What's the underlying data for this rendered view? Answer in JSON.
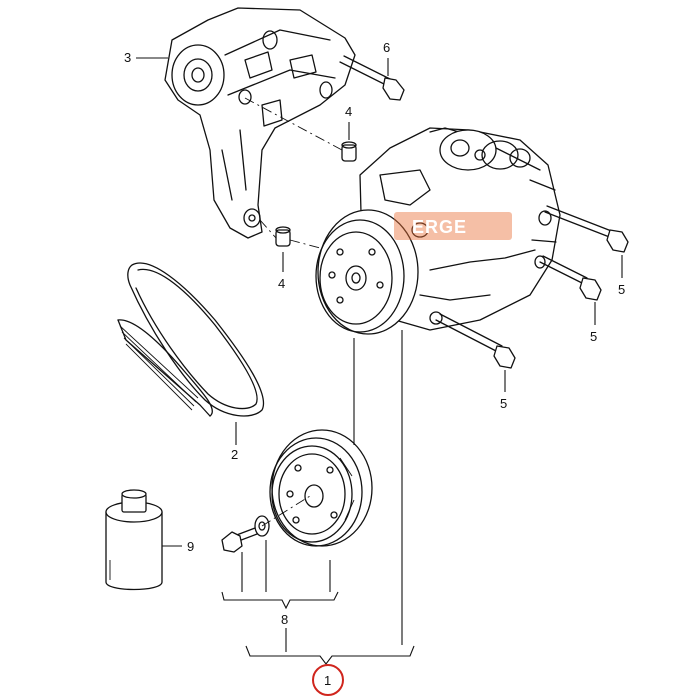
{
  "colors": {
    "line": "#111111",
    "background": "#ffffff",
    "highlight_circle": "#d0251d",
    "watermark": "#e8703a"
  },
  "watermark": {
    "text": "ERGE"
  },
  "callouts": {
    "c1": "1",
    "c2": "2",
    "c3": "3",
    "c4a": "4",
    "c4b": "4",
    "c5a": "5",
    "c5b": "5",
    "c5c": "5",
    "c6": "6",
    "c8": "8",
    "c9": "9"
  }
}
